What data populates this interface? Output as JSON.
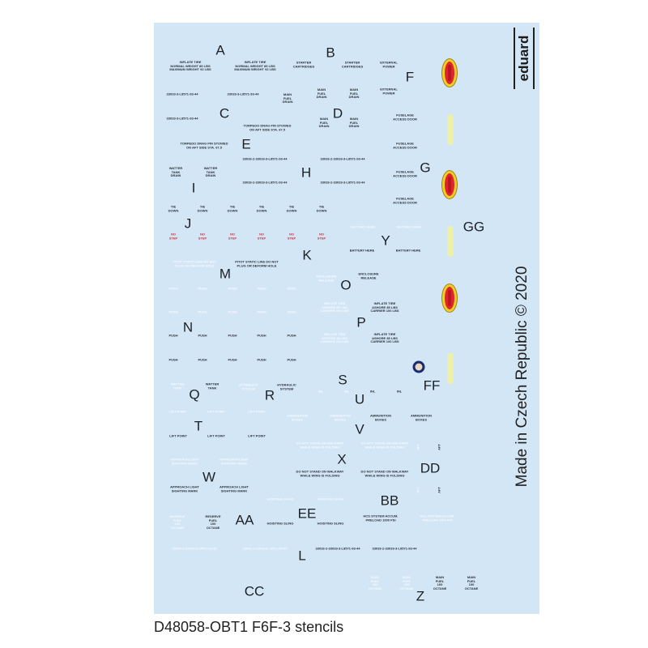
{
  "footer_title": "D48058-OBT1 F6F-3 stencils",
  "made_in": "Made in Czech Republic  ©  2020",
  "logo": "eduard",
  "colors": {
    "sheet": "#d3e6f6",
    "ink": "#1c2024",
    "no_step": "#d0303a"
  },
  "letters": [
    "A",
    "B",
    "F",
    "C",
    "D",
    "E",
    "H",
    "G",
    "I",
    "J",
    "GG",
    "Y",
    "K",
    "M",
    "O",
    "P",
    "N",
    "FF",
    "S",
    "Q",
    "R",
    "U",
    "T",
    "V",
    "X",
    "DD",
    "W",
    "BB",
    "EE",
    "AA",
    "L",
    "CC",
    "Z"
  ],
  "stencils": [
    {
      "text": "INFLATE TIRE\nNORMAL WEIGHT 85 LBS\nMAXIMUM WEIGHT 92 LBS",
      "tone": "d"
    },
    {
      "text": "INFLATE TIRE\nNORMAL WEIGHT 85 LBS\nMAXIMUM WEIGHT 92 LBS",
      "tone": "d"
    },
    {
      "text": "STARTER\nCARTRIDGES",
      "tone": "d"
    },
    {
      "text": "STARTER\nCARTRIDGES",
      "tone": "d"
    },
    {
      "text": "EXTERNAL\nPOWER",
      "tone": "d"
    },
    {
      "text": "EXTERNAL\nPOWER",
      "tone": "d"
    },
    {
      "text": "33033-3-L8571-93-44",
      "tone": "d"
    },
    {
      "text": "33033-3-L8571-93-44",
      "tone": "d"
    },
    {
      "text": "33033-3-L8571-93-44",
      "tone": "d"
    },
    {
      "text": "MAIN\nFUEL\nDRAIN",
      "tone": "d"
    },
    {
      "text": "MAIN\nFUEL\nDRAIN",
      "tone": "d"
    },
    {
      "text": "MAIN\nFUEL\nDRAIN",
      "tone": "d"
    },
    {
      "text": "MAIN\nFUEL\nDRAIN",
      "tone": "d"
    },
    {
      "text": "MAIN\nFUEL\nDRAIN",
      "tone": "d"
    },
    {
      "text": "TORPEDO DRAG PIN STOWED\nON AFT SIDE STA. 67.5",
      "tone": "d"
    },
    {
      "text": "TORPEDO DRAG PIN STOWED\nON AFT SIDE STA. 67.5",
      "tone": "d"
    },
    {
      "text": "FUSELAGE\nACCESS DOOR",
      "tone": "d"
    },
    {
      "text": "FUSELAGE\nACCESS DOOR",
      "tone": "d"
    },
    {
      "text": "FUSELAGE\nACCESS DOOR",
      "tone": "d"
    },
    {
      "text": "FUSELAGE\nACCESS DOOR",
      "tone": "d"
    },
    {
      "text": "33033-2-33033-3-L8571-93-44",
      "tone": "d"
    },
    {
      "text": "33033-2-33033-3-L8571-93-44",
      "tone": "d"
    },
    {
      "text": "33033-2-33033-3-L8571-93-44",
      "tone": "d"
    },
    {
      "text": "33033-2-33033-3-L8571-93-44",
      "tone": "d"
    },
    {
      "text": "WATTER\nTANK\nDRAIN",
      "tone": "d"
    },
    {
      "text": "WATTER\nTANK\nDRAIN",
      "tone": "d"
    },
    {
      "text": "TIE\nDOWN",
      "tone": "d"
    },
    {
      "text": "TIE\nDOWN",
      "tone": "d"
    },
    {
      "text": "TIE\nDOWN",
      "tone": "d"
    },
    {
      "text": "TIE\nDOWN",
      "tone": "d"
    },
    {
      "text": "TIE\nDOWN",
      "tone": "d"
    },
    {
      "text": "TIE\nDOWN",
      "tone": "d"
    },
    {
      "text": "NO\nSTEP",
      "tone": "r"
    },
    {
      "text": "NO\nSTEP",
      "tone": "r"
    },
    {
      "text": "NO\nSTEP",
      "tone": "r"
    },
    {
      "text": "NO\nSTEP",
      "tone": "r"
    },
    {
      "text": "NO\nSTEP",
      "tone": "r"
    },
    {
      "text": "NO\nSTEP",
      "tone": "r"
    },
    {
      "text": "BATTERY HERE",
      "tone": "w"
    },
    {
      "text": "BATTERY HERE",
      "tone": "w"
    },
    {
      "text": "BATTERY HERE",
      "tone": "d"
    },
    {
      "text": "BATTERY HERE",
      "tone": "d"
    },
    {
      "text": "PITOT STATIC LINE DO NOT\nPLUG OR DEFORM HOLE",
      "tone": "w"
    },
    {
      "text": "PITOT STATIC LINE DO NOT\nPLUG OR DEFORM HOLE",
      "tone": "d"
    },
    {
      "text": "ENCLOSURE\nRELEASE",
      "tone": "w"
    },
    {
      "text": "ENCLOSURE\nRELEASE",
      "tone": "d"
    },
    {
      "text": "INFLATE TIRE\nASHORE 85 LBS\nCARRIER 100 LBS",
      "tone": "w"
    },
    {
      "text": "INFLATE TIRE\nASHORE 85 LBS\nCARRIER 100 LBS",
      "tone": "d"
    },
    {
      "text": "INFLATE TIRE\nASHORE 85 LBS\nCARRIER 100 LBS",
      "tone": "w"
    },
    {
      "text": "INFLATE TIRE\nASHORE 85 LBS\nCARRIER 100 LBS",
      "tone": "d"
    },
    {
      "text": "PUSH",
      "tone": "w"
    },
    {
      "text": "PUSH",
      "tone": "w"
    },
    {
      "text": "PUSH",
      "tone": "w"
    },
    {
      "text": "PUSH",
      "tone": "w"
    },
    {
      "text": "PUSH",
      "tone": "w"
    },
    {
      "text": "PUSH",
      "tone": "d"
    },
    {
      "text": "PUSH",
      "tone": "d"
    },
    {
      "text": "PUSH",
      "tone": "d"
    },
    {
      "text": "PUSH",
      "tone": "d"
    },
    {
      "text": "PUSH",
      "tone": "d"
    },
    {
      "text": "PUSH",
      "tone": "w"
    },
    {
      "text": "PUSH",
      "tone": "w"
    },
    {
      "text": "PUSH",
      "tone": "w"
    },
    {
      "text": "PUSH",
      "tone": "w"
    },
    {
      "text": "PUSH",
      "tone": "w"
    },
    {
      "text": "PUSH",
      "tone": "d"
    },
    {
      "text": "PUSH",
      "tone": "d"
    },
    {
      "text": "PUSH",
      "tone": "d"
    },
    {
      "text": "PUSH",
      "tone": "d"
    },
    {
      "text": "PUSH",
      "tone": "d"
    },
    {
      "text": "WATTER\nTANK",
      "tone": "w"
    },
    {
      "text": "WATTER\nTANK",
      "tone": "d"
    },
    {
      "text": "HYDRAULIC\nSYSTEM",
      "tone": "w"
    },
    {
      "text": "HYDRAULIC\nSYSTEM",
      "tone": "d"
    },
    {
      "text": "INL",
      "tone": "w"
    },
    {
      "text": "INL",
      "tone": "w"
    },
    {
      "text": "INL",
      "tone": "d"
    },
    {
      "text": "INL",
      "tone": "d"
    },
    {
      "text": "LIFT POINT",
      "tone": "w"
    },
    {
      "text": "LIFT POINT",
      "tone": "w"
    },
    {
      "text": "LIFT POINT",
      "tone": "w"
    },
    {
      "text": "LIFT POINT",
      "tone": "d"
    },
    {
      "text": "LIFT POINT",
      "tone": "d"
    },
    {
      "text": "LIFT POINT",
      "tone": "d"
    },
    {
      "text": "AMMUNITION\nBOXES",
      "tone": "w"
    },
    {
      "text": "AMMUNITION\nBOXES",
      "tone": "w"
    },
    {
      "text": "AMMUNITION\nBOXES",
      "tone": "d"
    },
    {
      "text": "AMMUNITION\nBOXES",
      "tone": "d"
    },
    {
      "text": "DO NOT STAND ON WALKWAY\nWHILE WING IS FOLDING",
      "tone": "w"
    },
    {
      "text": "DO NOT STAND ON WALKWAY\nWHILE WING IS FOLDING",
      "tone": "w"
    },
    {
      "text": "DO NOT STAND ON WALKWAY\nWHILE WING IS FOLDING",
      "tone": "d"
    },
    {
      "text": "DO NOT STAND ON WALKWAY\nWHILE WING IS FOLDING",
      "tone": "d"
    },
    {
      "text": "APPROACH LIGHT\nSIGHTING MARK",
      "tone": "w"
    },
    {
      "text": "APPROACH LIGHT\nSIGHTING MARK",
      "tone": "w"
    },
    {
      "text": "APPROACH LIGHT\nSIGHTING MARK",
      "tone": "d"
    },
    {
      "text": "APPROACH LIGHT\nSIGHTING MARK",
      "tone": "d"
    },
    {
      "text": "RESERVE\nFUEL\n100\nOCTANE",
      "tone": "w"
    },
    {
      "text": "RESERVE\nFUEL\n100\nOCTANE",
      "tone": "d"
    },
    {
      "text": "HOISTING SLING",
      "tone": "w"
    },
    {
      "text": "HOISTING SLING",
      "tone": "w"
    },
    {
      "text": "HOISTING SLING",
      "tone": "d"
    },
    {
      "text": "HOISTING SLING",
      "tone": "d"
    },
    {
      "text": "HCS SYSTEM ACCUM.\nPRELOAD 1000 PSI",
      "tone": "d"
    },
    {
      "text": "HCS SYSTEM ACCUM.\nPRELOAD 1000 PSI",
      "tone": "w"
    },
    {
      "text": "33033-2-33033-3-L8571-93-44",
      "tone": "w"
    },
    {
      "text": "33033-2-33033-3-L8571-93-44",
      "tone": "w"
    },
    {
      "text": "33033-2-33033-3-L8571-93-44",
      "tone": "d"
    },
    {
      "text": "33033-2-33033-3-L8571-93-44",
      "tone": "d"
    },
    {
      "text": "MAIN\nFUEL\n100\nOCTANE",
      "tone": "w"
    },
    {
      "text": "MAIN\nFUEL\n100\nOCTANE",
      "tone": "w"
    },
    {
      "text": "MAIN\nFUEL\n100\nOCTANE",
      "tone": "d"
    },
    {
      "text": "MAIN\nFUEL\n100\nOCTANE",
      "tone": "d"
    },
    {
      "text": "AFT",
      "tone": "dv"
    },
    {
      "text": "AFT",
      "tone": "dv"
    },
    {
      "text": "AFT",
      "tone": "wv"
    },
    {
      "text": "AFT",
      "tone": "wv"
    }
  ]
}
